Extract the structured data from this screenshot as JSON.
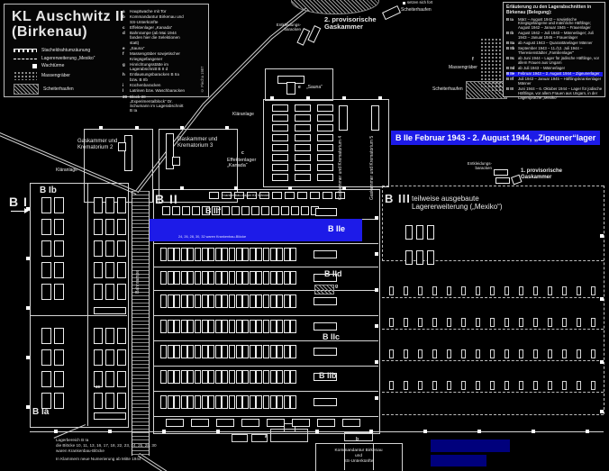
{
  "colors": {
    "highlight_blue": "#1d1be8",
    "dark_blue": "#00007c",
    "background": "#000000",
    "line": "#d4d4d4"
  },
  "title_block": {
    "title_line1": "KL Auschwitz II",
    "title_line2": "(Birkenau)",
    "credit": "© Piecha 1987"
  },
  "legend_symbols": [
    {
      "symbol": "barbed-wire-line",
      "label": "Stacheldrahtumzäunung"
    },
    {
      "symbol": "dashed-line",
      "label": "Lagererweiterung „Mexiko“"
    },
    {
      "symbol": "filled-square",
      "label": "Wachtürme"
    },
    {
      "symbol": "dotted-area",
      "label": "Massengräber"
    },
    {
      "symbol": "hatched-area",
      "label": "Scheiterhaufen"
    }
  ],
  "legend_letters": [
    {
      "key": "a",
      "label": "Hauptwache mit Tor"
    },
    {
      "key": "b",
      "label": "Kommandantur Birkenau und SS-Unterkünfte"
    },
    {
      "key": "c",
      "label": "Effektenlager „Kanada“"
    },
    {
      "key": "d",
      "label": "Bahnrampe (ab Mai 1944 fanden hier die Selektionen statt)"
    },
    {
      "key": "e",
      "label": "„Sauna“"
    },
    {
      "key": "f",
      "label": "Massengräber sowjetischer Kriegsgefangener"
    },
    {
      "key": "g",
      "label": "Hinrichtungsstätte im Lagerabschnitt B II d"
    },
    {
      "key": "h",
      "label": "Entlausungsbaracken B IIa bzw. B IIb"
    },
    {
      "key": "i",
      "label": "Küchenbaracken"
    },
    {
      "key": "l",
      "label": "Latrinen bzw. Waschbaracken"
    },
    {
      "key": "30",
      "label": "Block 30 — „Experimentalblock“ Dr. Schumann im Lagerabschnitt B Ia"
    }
  ],
  "section_legend": {
    "title": "Erläuterung zu den Lagerabschnitten in Birkenau (Belegung):",
    "entries": [
      {
        "key": "B Ia",
        "text": "März – August 1942 – sowjetische Kriegsgefangene und männliche Häftlinge; August 1942 – Januar 1945 – Frauenlager"
      },
      {
        "key": "B Ib",
        "text": "August 1942 – Juli 1943 – Männerlager; Juli 1943 – Januar 1945 – Frauenlager"
      },
      {
        "key": "B IIa",
        "text": "ab August 1943 – Quarantänelager Männer"
      },
      {
        "key": "B IIb",
        "text": "September 1943 – 11./12. Juli 1944 – Theresienstädter „Familienlager“"
      },
      {
        "key": "B IIc",
        "text": "ab Juni 1944 – Lager für jüdische Häftlinge, vor allem Frauen aus Ungarn"
      },
      {
        "key": "B IId",
        "text": "ab Juli 1943 – Männerlager"
      },
      {
        "key": "B IIe",
        "text": "Februar 1943 – 2. August 1944 – Zigeunerlager"
      },
      {
        "key": "B IIf",
        "text": "Juli 1943 – Januar 1945 – Häftlingskrankenlager Männer"
      },
      {
        "key": "B III",
        "text": "Juni 1944 – 6. Oktober 1944 – Lager für jüdische Häftlinge, vor allem Frauen aus Ungarn, in der Lagersprache „Mexiko“"
      }
    ]
  },
  "banner": {
    "text": "B IIe Februar 1943 - 2. August 1944, „Zigeuner“lager"
  },
  "map": {
    "section_labels": {
      "b1": "B I",
      "b1a": "B Ia",
      "b1b": "B Ib",
      "b2": "B II",
      "b2f": "B IIf",
      "b2e": "B IIe",
      "b2d": "B IId",
      "b2c": "B IIc",
      "b2b": "B IIb",
      "b3": "B III"
    },
    "labels": {
      "krema2": "Gaskammer und Krematorium 2",
      "krema3": "Gaskammer und Krematorium 3",
      "krema4": "Gaskammer und Krematorium 4",
      "krema5": "Gaskammer und Krematorium 5",
      "sauna": "„Sauna“",
      "kanada_marker": "c",
      "kanada": "Effektenlager „Kanada“",
      "klaeranlage_top": "Kläranlage",
      "klaeranlage_left": "Kläranlage",
      "gaskammer2_prov": "2. provisorische Gaskammer",
      "gaskammer1_prov": "1. provisorische Gaskammer",
      "entkleidung_top": "Entkleidungs- baracken",
      "entkleidung_right": "Entkleidungs- baracken",
      "scheiterhaufen_top": "Scheiterhaufen",
      "scheiterhaufen_right": "Scheiterhaufen",
      "massengraeber": "Massengräber",
      "fortsetzung": "setzen sich fort",
      "krankenbau_maenner": "Krankenbau-Lager für Männer",
      "blue_note": "24, 26, 28, 30, 32 waren Krankenbau-Blöcke",
      "bahnrampe": "Bahnrampe",
      "mexiko": "teilweise ausgebaute Lagererweiterung („Mexiko“)",
      "kommandantur_1": "Kommandantur Birkenau",
      "kommandantur_2": "und",
      "kommandantur_3": "SS-Unterkünfte",
      "marker_a": "a",
      "marker_b": "b",
      "marker_e": "e",
      "marker_f": "f",
      "marker_g": "g",
      "marker_30": "30"
    },
    "footnote": {
      "l1": "Lagerbereich B Ia",
      "l2": "die Blöcke 10, 11, 13, 16, 17, 18, 22, 23, 24, 25, 28, 30",
      "l3": "waren Krankenbau-Blöcke",
      "l4": "In Klammern neue Numerierung    ab Mitte 1944"
    }
  }
}
